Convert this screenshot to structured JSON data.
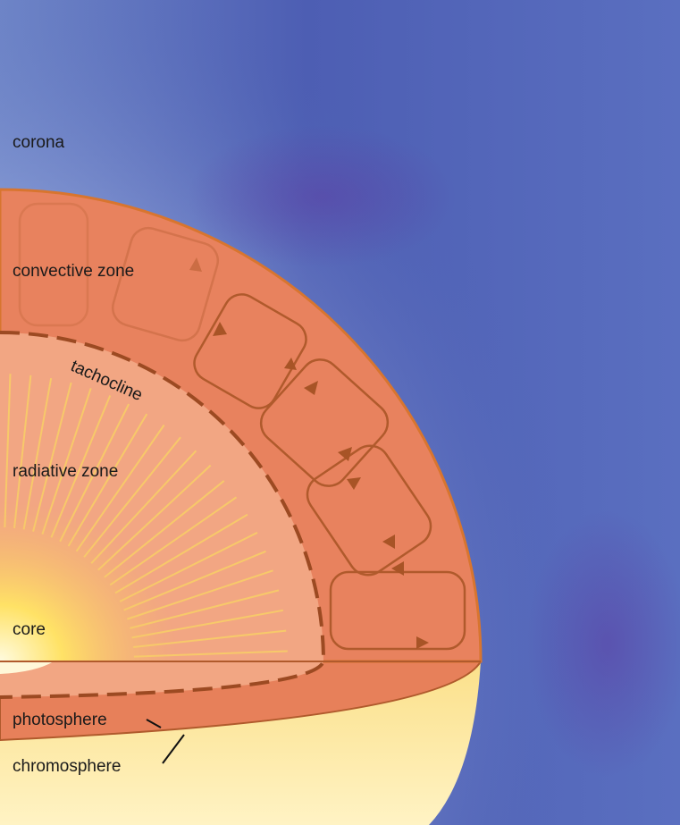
{
  "labels": {
    "corona": "corona",
    "convective_zone": "convective zone",
    "tachocline": "tachocline",
    "radiative_zone": "radiative zone",
    "core": "core",
    "photosphere": "photosphere",
    "chromosphere": "chromosphere"
  },
  "colors": {
    "background_blue": "#4a5fb0",
    "convective_zone": "#e8825e",
    "radiative_zone": "#f2a683",
    "core": "#ffe87a",
    "chromosphere": "#fbe38a",
    "outline": "#b05a2c",
    "tachocline": "#9c4a22",
    "rays": "#f7c96a"
  }
}
